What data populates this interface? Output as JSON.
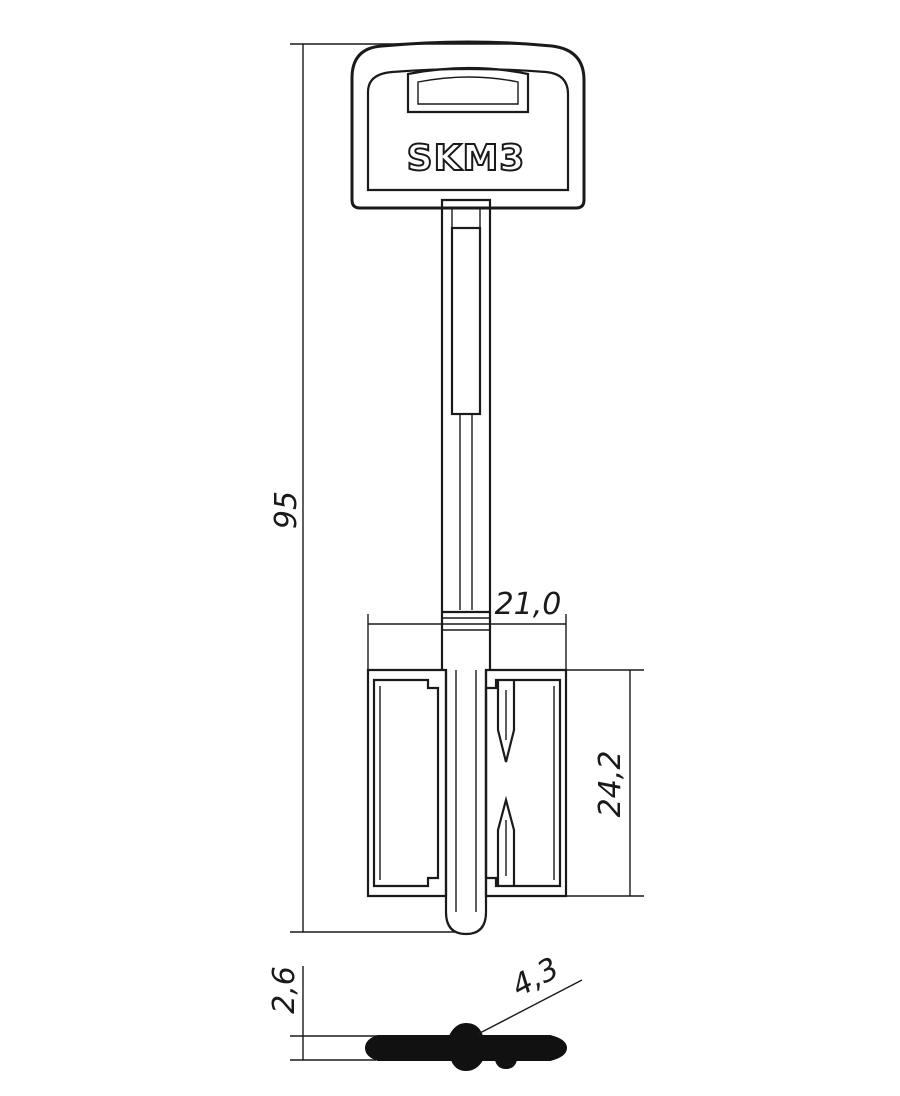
{
  "key": {
    "brand_label": "SKM3"
  },
  "dimensions": {
    "overall_length": "95",
    "bit_width": "21,0",
    "bit_height": "24,2",
    "profile_thickness": "2,6",
    "profile_width": "4,3"
  }
}
